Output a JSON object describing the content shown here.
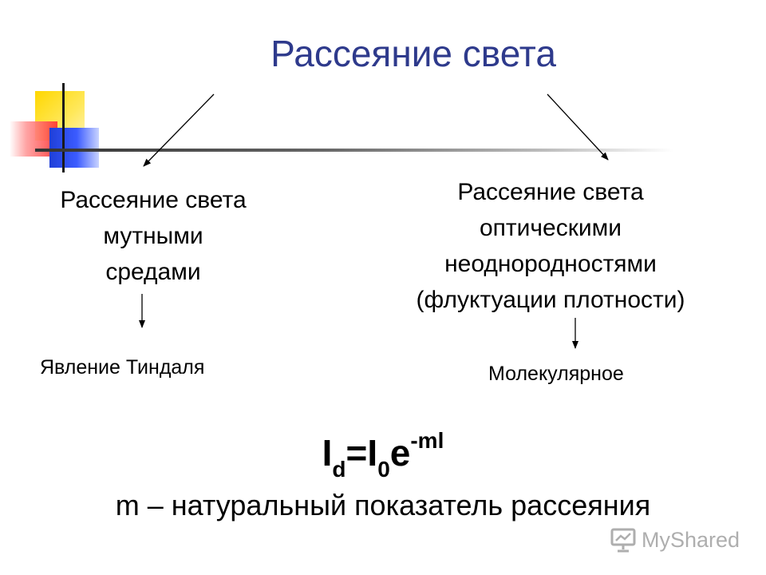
{
  "title": "Рассеяние света",
  "left_branch": {
    "lines": [
      "Рассеяние света",
      "мутными",
      "средами"
    ],
    "result": "Явление Тиндаля"
  },
  "right_branch": {
    "lines": [
      "Рассеяние света",
      "оптическими",
      "неоднородностями",
      "(флуктуации плотности)"
    ],
    "result": "Молекулярное"
  },
  "formula": {
    "lhs": "I",
    "lhs_sub": "d",
    "eq": "=",
    "rhs": "I",
    "rhs_sub": "0",
    "base": "e",
    "exponent": "-ml"
  },
  "definition": "m – натуральный показатель рассеяния",
  "watermark": {
    "text": "MyShared",
    "icon": "slideshow-icon"
  },
  "colors": {
    "title": "#2e3a8c",
    "accent_yellow": "#ffd700",
    "accent_red": "#ff3030",
    "accent_blue": "#1f3fd8"
  }
}
